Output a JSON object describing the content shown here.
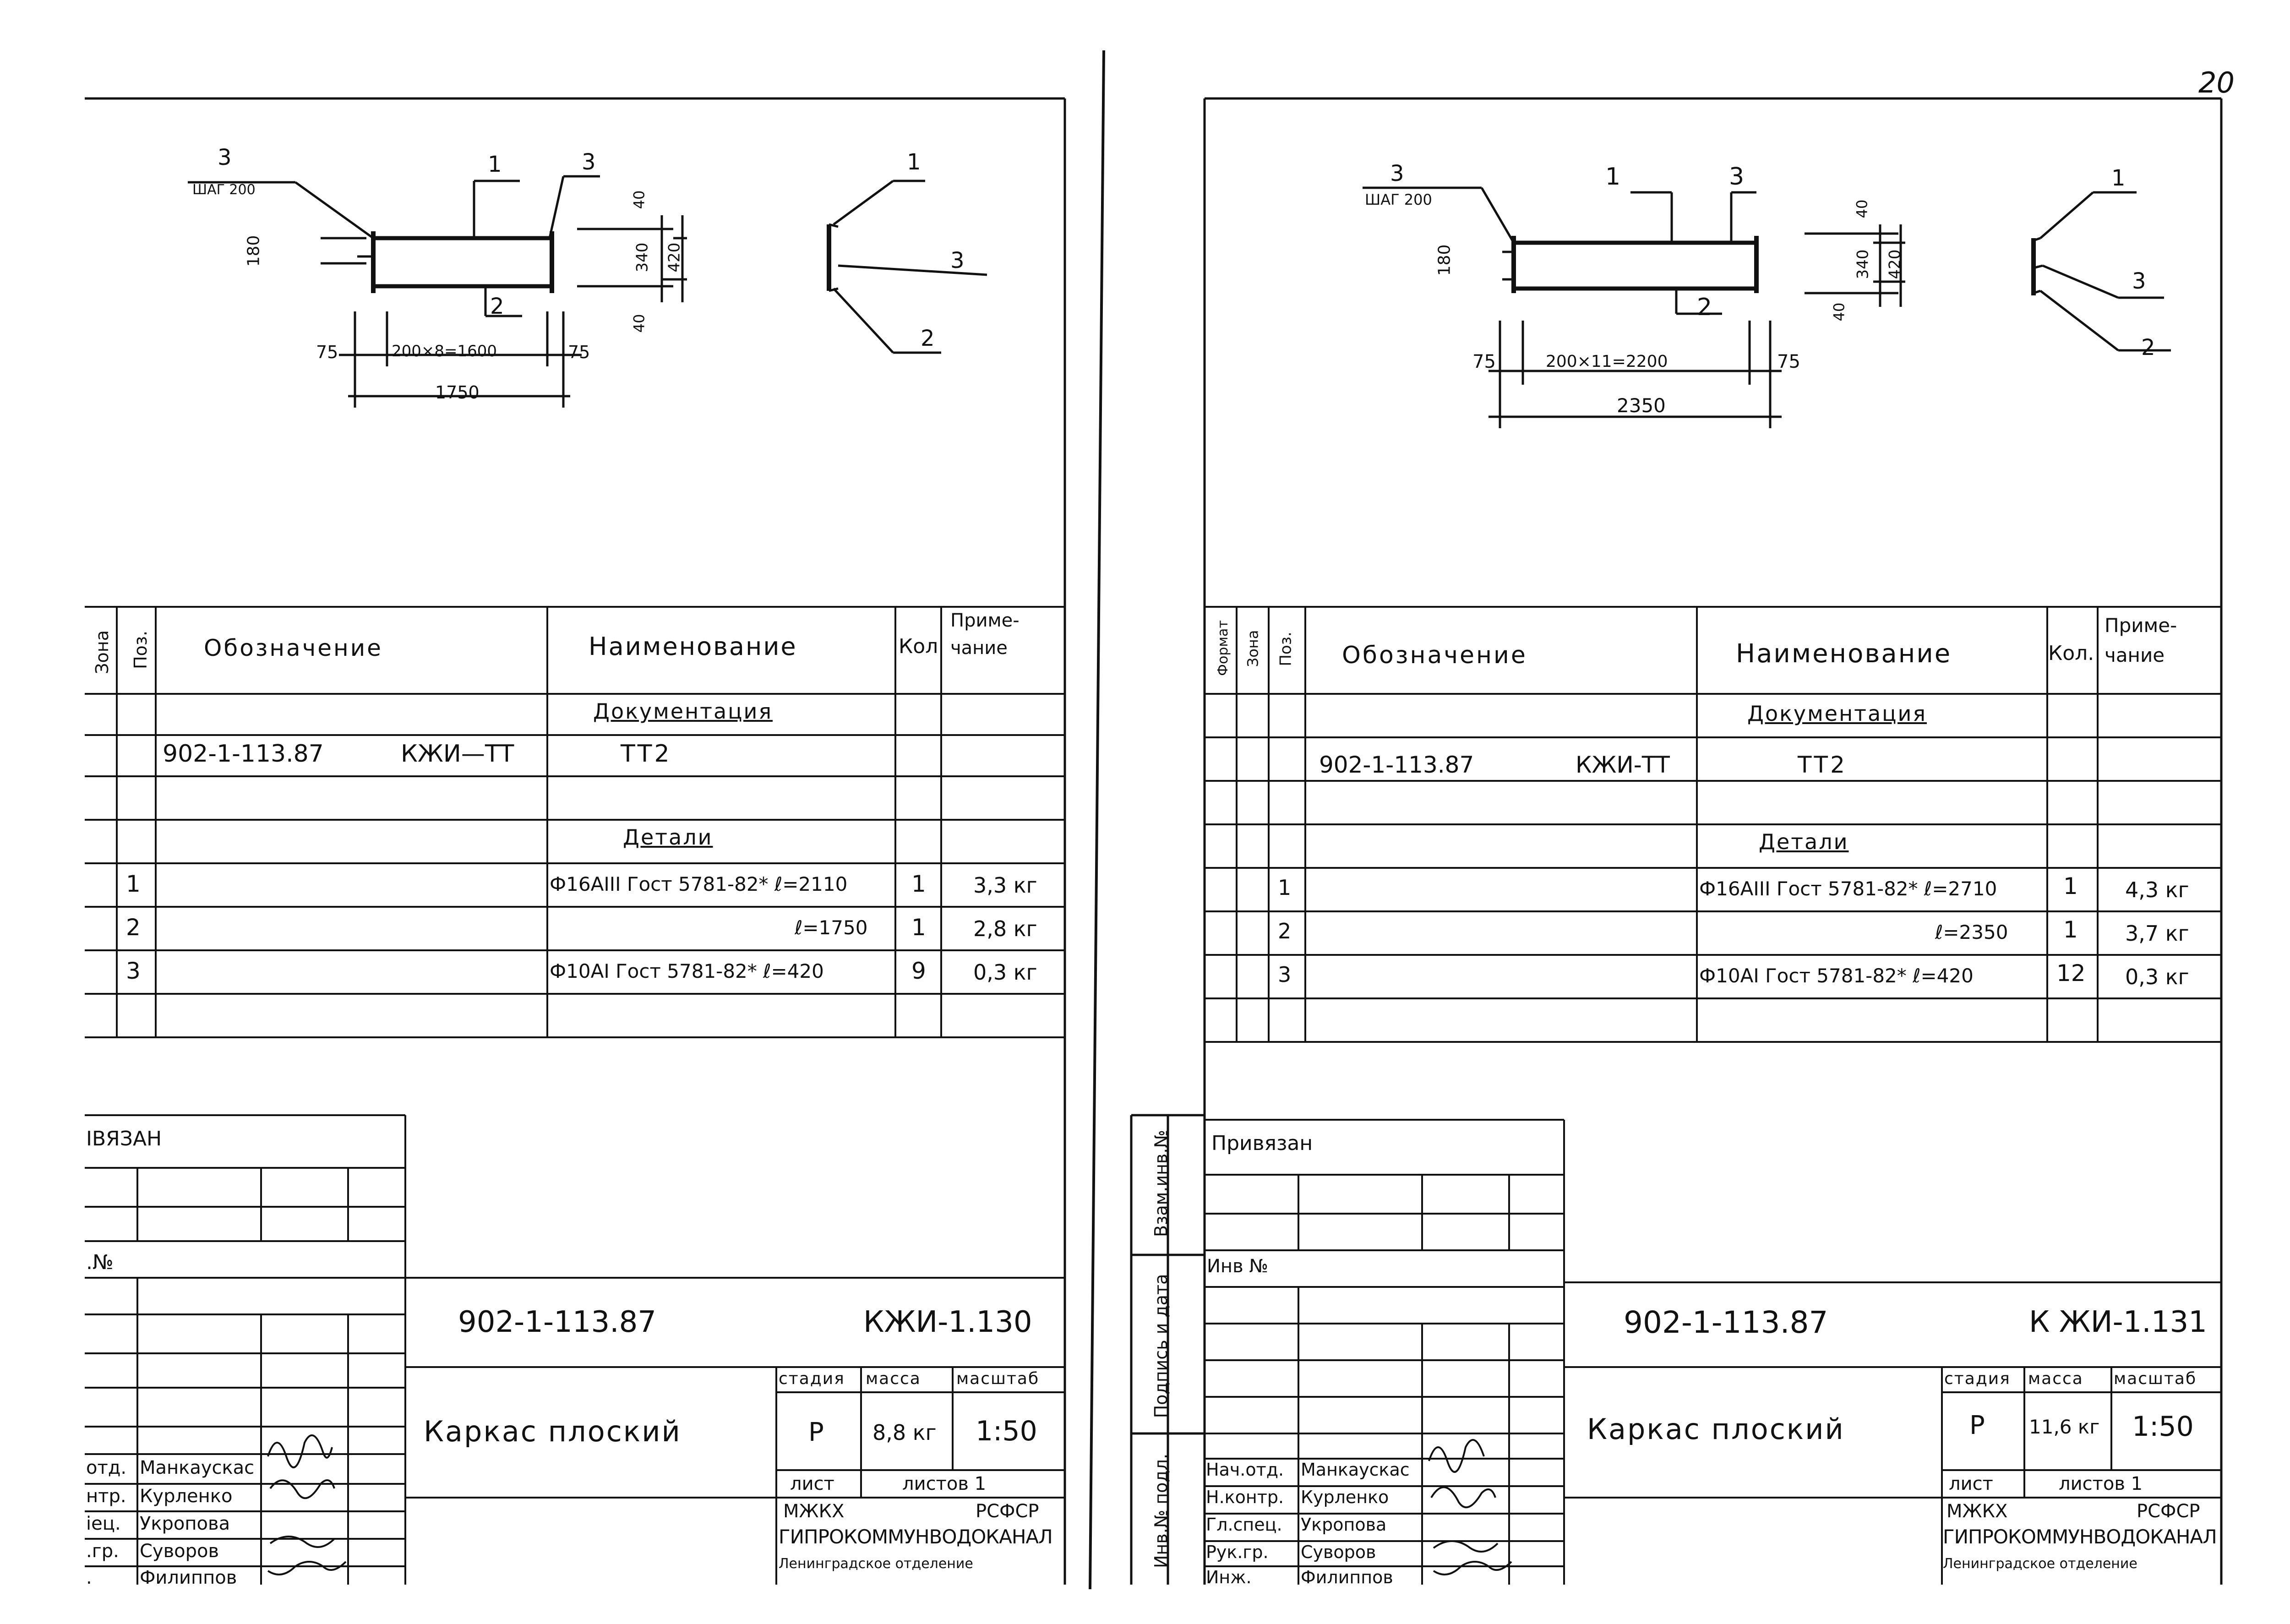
{
  "page_number": "20",
  "sheets": [
    {
      "drawing": {
        "callouts": [
          "3",
          "ШАГ 200",
          "1",
          "3",
          "2",
          "1",
          "3",
          "2"
        ],
        "dims": [
          "180",
          "40",
          "340",
          "420",
          "40",
          "75",
          "200×8=1600",
          "75",
          "1750"
        ]
      },
      "spec": {
        "headers": [
          "Зона",
          "Поз.",
          "Обозначение",
          "Наименование",
          "Кол",
          "Приме-",
          "чание"
        ],
        "section_doc": "Документация",
        "doc_code": "902-1-113.87",
        "doc_mark": "КЖИ—ТТ",
        "doc_name": "ТТ2",
        "section_details": "Детали",
        "rows": [
          {
            "pos": "1",
            "name": "Ф16АIII Гост 5781-82* ℓ=2110",
            "qty": "1",
            "note": "3,3 кг"
          },
          {
            "pos": "2",
            "name": "ℓ=1750",
            "qty": "1",
            "note": "2,8 кг"
          },
          {
            "pos": "3",
            "name": "Ф10АI Гост 5781-82* ℓ=420",
            "qty": "9",
            "note": "0,3 кг"
          }
        ]
      },
      "stamp": {
        "privyazan": "ІВЯЗАН",
        "inv": ".№",
        "code": "902-1-113.87",
        "mark": "КЖИ-1.130",
        "title": "Каркас плоский",
        "h_stage": "стадия",
        "h_mass": "масса",
        "h_scale": "масштаб",
        "stage": "Р",
        "mass": "8,8 кг",
        "scale": "1:50",
        "sheet_label": "лист",
        "sheets_label": "листов 1",
        "org1": "МЖКХ",
        "org1b": "РСФСР",
        "org2": "ГИПРОКОММУНВОДОКАНАЛ",
        "org3": "Ленинградское отделение",
        "roles": [
          "отд.",
          "нтр.",
          "іец.",
          ".гр.",
          "."
        ],
        "names": [
          "Манкаускас",
          "Курленко",
          "Укропова",
          "Суворов",
          "Филиппов"
        ]
      }
    },
    {
      "drawing": {
        "callouts": [
          "3",
          "ШАГ 200",
          "1",
          "3",
          "2",
          "1",
          "3",
          "2"
        ],
        "dims": [
          "180",
          "40",
          "340",
          "420",
          "40",
          "75",
          "200×11=2200",
          "75",
          "2350"
        ]
      },
      "spec": {
        "headers": [
          "Формат",
          "Зона",
          "Поз.",
          "Обозначение",
          "Наименование",
          "Кол.",
          "Приме-",
          "чание"
        ],
        "section_doc": "Документация",
        "doc_code": "902-1-113.87",
        "doc_mark": "КЖИ-ТТ",
        "doc_name": "ТТ2",
        "section_details": "Детали",
        "rows": [
          {
            "pos": "1",
            "name": "Ф16АIII Гост 5781-82* ℓ=2710",
            "qty": "1",
            "note": "4,3 кг"
          },
          {
            "pos": "2",
            "name": "ℓ=2350",
            "qty": "1",
            "note": "3,7 кг"
          },
          {
            "pos": "3",
            "name": "Ф10АI Гост 5781-82* ℓ=420",
            "qty": "12",
            "note": "0,3 кг"
          }
        ]
      },
      "stamp": {
        "privyazan": "Привязан",
        "inv": "Инв №",
        "code": "902-1-113.87",
        "mark": "К ЖИ-1.131",
        "title": "Каркас плоский",
        "h_stage": "стадия",
        "h_mass": "масса",
        "h_scale": "масштаб",
        "stage": "Р",
        "mass": "11,6 кг",
        "scale": "1:50",
        "sheet_label": "лист",
        "sheets_label": "листов 1",
        "org1": "МЖКХ",
        "org1b": "РСФСР",
        "org2": "ГИПРОКОММУНВОДОКАНАЛ",
        "org3": "Ленинградское отделение",
        "roles": [
          "Нач.отд.",
          "Н.контр.",
          "Гл.спец.",
          "Рук.гр.",
          "Инж."
        ],
        "names": [
          "Манкаускас",
          "Курленко",
          "Укропова",
          "Суворов",
          "Филиппов"
        ],
        "side_labels": [
          "Инв.№ подл.",
          "Подпись и дата",
          "Взам.инв.№"
        ]
      }
    }
  ]
}
